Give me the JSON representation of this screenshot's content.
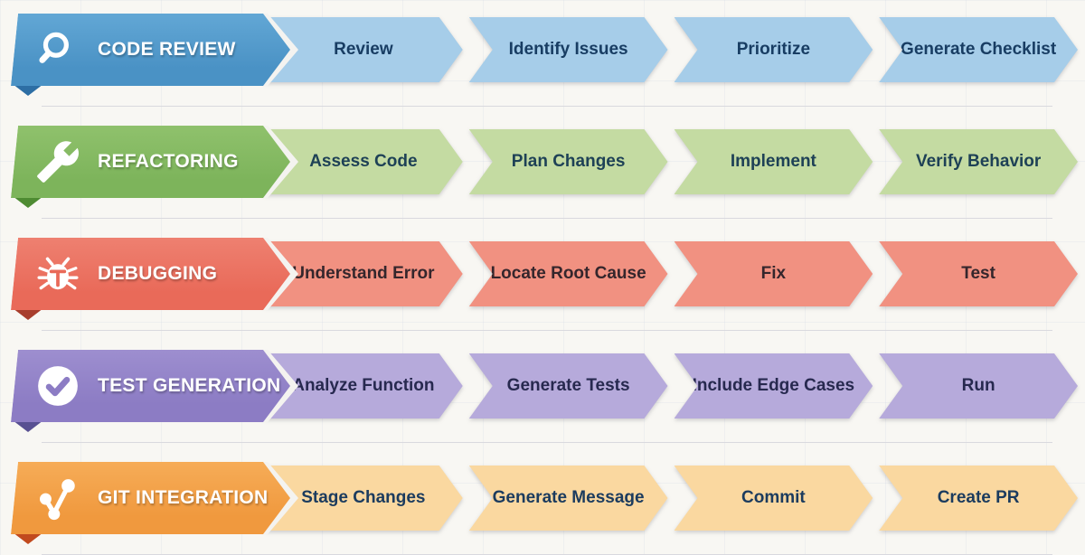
{
  "page": {
    "background": "#f8f7f3",
    "separator_color": "#d9d9de"
  },
  "rows": [
    {
      "id": "code-review",
      "label": "CODE REVIEW",
      "icon": "magnifier-icon",
      "colors": {
        "banner": "#4a92c5",
        "banner_top": "#62a7d5",
        "fold": "#2d6ea4",
        "step": "#a6cde9",
        "step_text": "#183d63"
      },
      "steps": [
        "Review",
        "Identify Issues",
        "Prioritize",
        "Generate Checklist"
      ]
    },
    {
      "id": "refactoring",
      "label": "REFACTORING",
      "icon": "wrench-icon",
      "colors": {
        "banner": "#7db45b",
        "banner_top": "#8fc16c",
        "fold": "#4e8b32",
        "step": "#c4dba2",
        "step_text": "#1e4156"
      },
      "steps": [
        "Assess Code",
        "Plan Changes",
        "Implement",
        "Verify Behavior"
      ]
    },
    {
      "id": "debugging",
      "label": "DEBUGGING",
      "icon": "bug-icon",
      "colors": {
        "banner": "#e96a59",
        "banner_top": "#ee8070",
        "fold": "#a83e2d",
        "step": "#f19181",
        "step_text": "#35262c"
      },
      "steps": [
        "Understand Error",
        "Locate Root Cause",
        "Fix",
        "Test"
      ]
    },
    {
      "id": "test-generation",
      "label": "TEST GENERATION",
      "icon": "check-circle-icon",
      "colors": {
        "banner": "#8c7cc4",
        "banner_top": "#9d8ecf",
        "fold": "#585092",
        "step": "#b6aadb",
        "step_text": "#27294f"
      },
      "steps": [
        "Analyze Function",
        "Generate Tests",
        "Include Edge Cases",
        "Run"
      ]
    },
    {
      "id": "git-integration",
      "label": "GIT INTEGRATION",
      "icon": "git-branch-icon",
      "colors": {
        "banner": "#f0993e",
        "banner_top": "#f6ac57",
        "fold": "#c14a1e",
        "step": "#fad8a0",
        "step_text": "#1b3b5e"
      },
      "steps": [
        "Stage Changes",
        "Generate Message",
        "Commit",
        "Create PR"
      ]
    }
  ]
}
